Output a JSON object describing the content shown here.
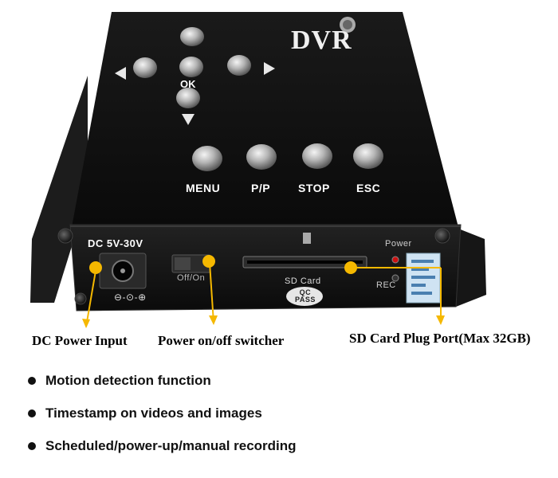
{
  "device": {
    "brand": "DVR",
    "ok_label": "OK",
    "buttons": [
      "MENU",
      "P/P",
      "STOP",
      "ESC"
    ],
    "power_spec": "DC 5V-30V",
    "switch_label": "Off/On",
    "sd_label": "SD Card",
    "badge": "QC\nPASS",
    "power_led": "Power",
    "rec_led": "REC",
    "polarity": "⊖-⊙-⊕"
  },
  "callouts": {
    "dc_power": "DC Power Input",
    "switcher": "Power on/off switcher",
    "sd_port": "SD Card Plug Port(Max 32GB)"
  },
  "features": [
    "Motion detection function",
    "Timestamp on videos and images",
    "Scheduled/power-up/manual recording"
  ],
  "colors": {
    "callout_dot": "#f5b800",
    "device_body": "#151515"
  }
}
